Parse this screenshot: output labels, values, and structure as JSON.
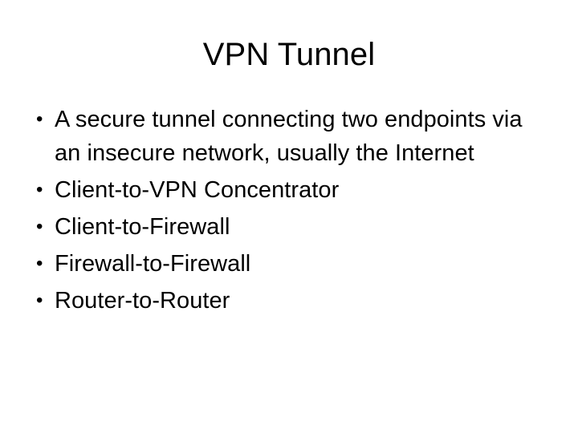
{
  "slide": {
    "title": "VPN Tunnel",
    "background_color": "#ffffff",
    "text_color": "#000000",
    "bullet_glyph": "•",
    "bullets": [
      {
        "text": "A secure tunnel connecting two endpoints via an insecure network, usually the Internet"
      },
      {
        "text": "Client-to-VPN Concentrator"
      },
      {
        "text": "Client-to-Firewall"
      },
      {
        "text": "Firewall-to-Firewall"
      },
      {
        "text": "Router-to-Router"
      }
    ]
  }
}
